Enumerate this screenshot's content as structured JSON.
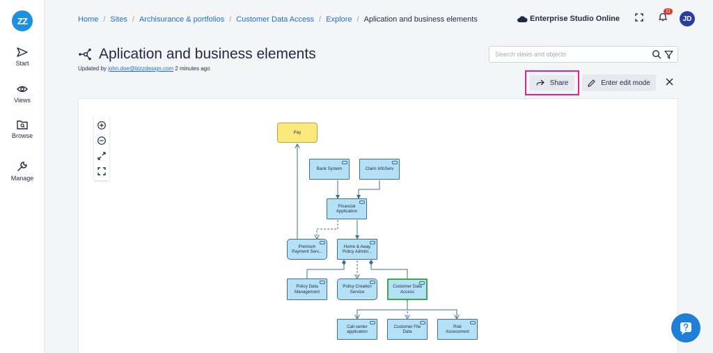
{
  "sidebar": {
    "logo": "ZZ",
    "items": [
      {
        "label": "Start",
        "icon": "send-icon"
      },
      {
        "label": "Views",
        "icon": "eye-icon"
      },
      {
        "label": "Browse",
        "icon": "folder-search-icon"
      },
      {
        "label": "Manage",
        "icon": "wrench-icon"
      }
    ]
  },
  "breadcrumb": [
    "Home",
    "Sites",
    "Archisurance & portfolios",
    "Customer Data Access",
    "Explore",
    "Aplication and business elements"
  ],
  "header": {
    "studio": "Enterprise Studio Online",
    "notifications": "11",
    "avatar": "JD"
  },
  "page": {
    "title": "Aplication and business elements",
    "updated_prefix": "Updated by ",
    "updated_user": "john.doe@bizzdesign.com",
    "updated_suffix": " 2 minutes ago"
  },
  "search": {
    "placeholder": "Search views and objects"
  },
  "actions": {
    "share": "Share",
    "edit": "Enter edit mode"
  },
  "diagram": {
    "nodes": [
      {
        "id": "pay",
        "label": "Pay"
      },
      {
        "id": "bank",
        "label": "Bank System"
      },
      {
        "id": "claim",
        "label": "Claim InfoServ"
      },
      {
        "id": "fin",
        "label": "Financial Application"
      },
      {
        "id": "premium",
        "label": "Premium Payment Serv..."
      },
      {
        "id": "home",
        "label": "Home & Away Policy Admini..."
      },
      {
        "id": "pdm",
        "label": "Policy Data Management"
      },
      {
        "id": "pcs",
        "label": "Policy Creation Service"
      },
      {
        "id": "cda",
        "label": "Customer Data Access"
      },
      {
        "id": "call",
        "label": "Call center application"
      },
      {
        "id": "cfd",
        "label": "Customer File Data"
      },
      {
        "id": "risk",
        "label": "Risk Assessment"
      }
    ]
  },
  "colors": {
    "accent": "#1e90e0",
    "highlight": "#e0228a",
    "selected": "#3ba84a",
    "app": "#b5e1f7",
    "business": "#fbe97c"
  }
}
